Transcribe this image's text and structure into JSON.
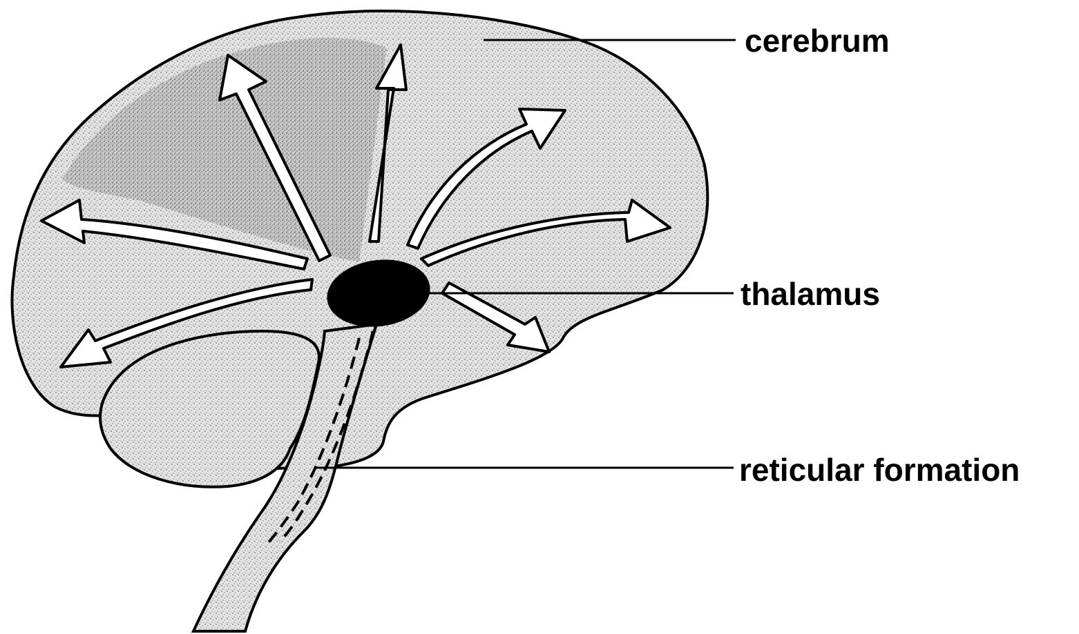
{
  "labels": {
    "cerebrum": "cerebrum",
    "thalamus": "thalamus",
    "reticular_formation": "reticular formation"
  },
  "colors": {
    "outline": "#000000",
    "stipple_light": "#d9d9d9",
    "stipple_dark": "#b5b5b5",
    "background": "#ffffff"
  }
}
